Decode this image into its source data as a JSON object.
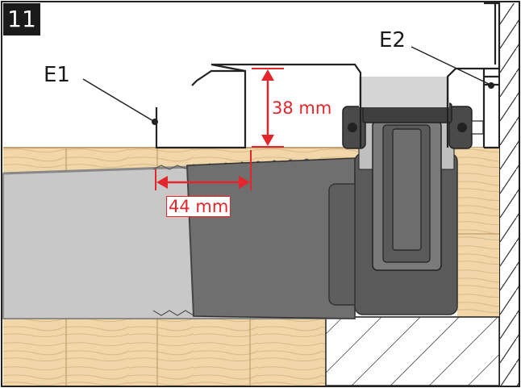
{
  "step_number": "11",
  "labels": {
    "e1": "E1",
    "e2": "E2"
  },
  "dimensions": {
    "height": "38 mm",
    "width": "44 mm"
  },
  "colors": {
    "dimension_red": "#e3262b",
    "wood_light": "#f0d6a8",
    "wood_line": "#c9a874",
    "pipe_gray": "#c8c8c8",
    "fitting_dark": "#6a6a6a",
    "outline": "#222222",
    "badge": "#1a1a1a"
  }
}
